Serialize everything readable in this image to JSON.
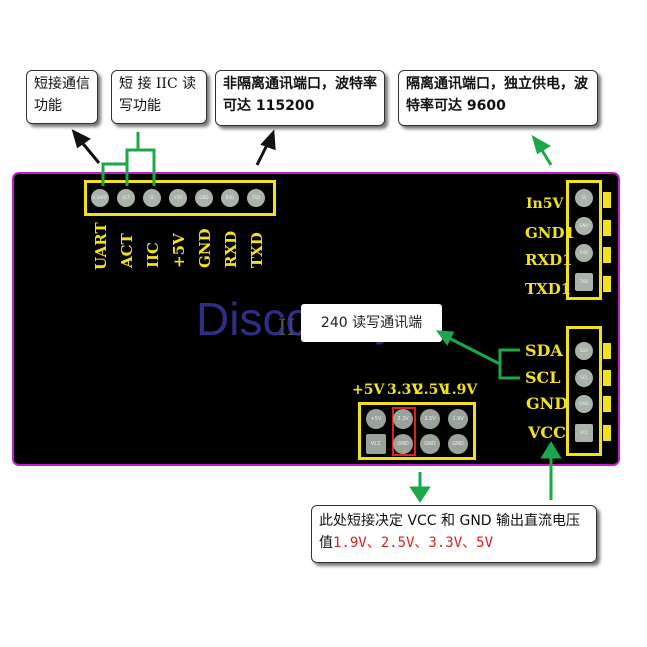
{
  "callouts": {
    "uart_short": "短接通信功能",
    "iic_short": "短 接 IIC 读写功能",
    "non_isolated": "非隔离通讯端口，波特率可达 115200",
    "isolated": "隔离通讯端口，独立供电，波特率可达 9600",
    "bottom_prefix": "此处短接决定 VCC 和 GND 输出直流电压值",
    "bottom_values": "1.9V、2.5V、3.3V、5V"
  },
  "top_header": {
    "pins": [
      "UART",
      "ACT",
      "IIC",
      "+5V",
      "GND",
      "RXD",
      "TXD"
    ],
    "pin_marks": [
      "4 UART",
      "ACT",
      "IIC",
      "+5V",
      "GND",
      "RXD",
      "TXD"
    ]
  },
  "right_top_header": {
    "pins": [
      "In5V",
      "GND1",
      "RXD1",
      "TXD1"
    ],
    "pin_marks": [
      "5V",
      "GND",
      "RXD",
      "TXD"
    ]
  },
  "right_bottom_header": {
    "pins": [
      "SDA",
      "SCL",
      "GND",
      "VCC"
    ],
    "pin_marks": [
      "SDA",
      "SCL",
      "GND",
      "VCC"
    ]
  },
  "voltage_header": {
    "labels": [
      "+5V",
      "3.3V",
      "2.5V",
      "1.9V"
    ],
    "top_marks": [
      "+5V",
      "3.3V",
      "2.5V",
      "1.9V"
    ],
    "bottom_marks": [
      "VCC",
      "GND",
      "GND",
      "GND"
    ]
  },
  "center_label": "240 读写通讯端",
  "chip_text": "IL0105",
  "watermark": "Discovery",
  "colors": {
    "board": "#000000",
    "outline": "#c21ec8",
    "header": "#f2e21a",
    "arrow": "#1aa84a",
    "highlight": "#e02020"
  }
}
